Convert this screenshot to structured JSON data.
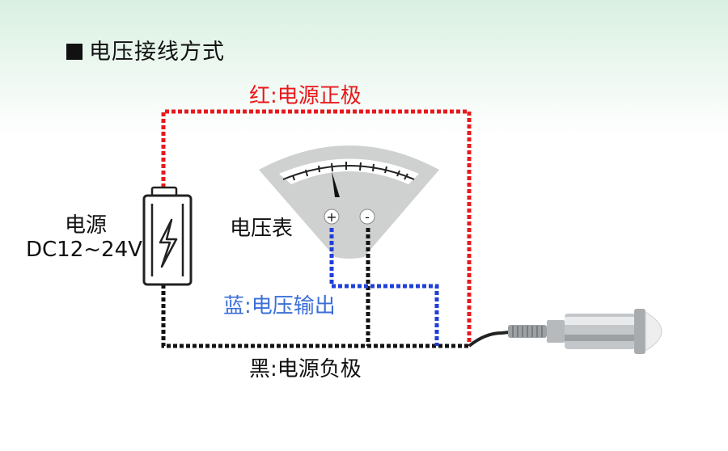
{
  "header": {
    "title": "电压接线方式"
  },
  "labels": {
    "red": "红:电源正极",
    "blue": "蓝:电压输出",
    "black": "黑:电源负极",
    "power_line1": "电源",
    "power_line2": "DC12~24V",
    "meter": "电压表",
    "plus": "+",
    "minus": "-"
  },
  "colors": {
    "red": "#e8191c",
    "blue": "#1f3fd8",
    "black": "#111111",
    "meter_gray": "#cfd0d0"
  }
}
